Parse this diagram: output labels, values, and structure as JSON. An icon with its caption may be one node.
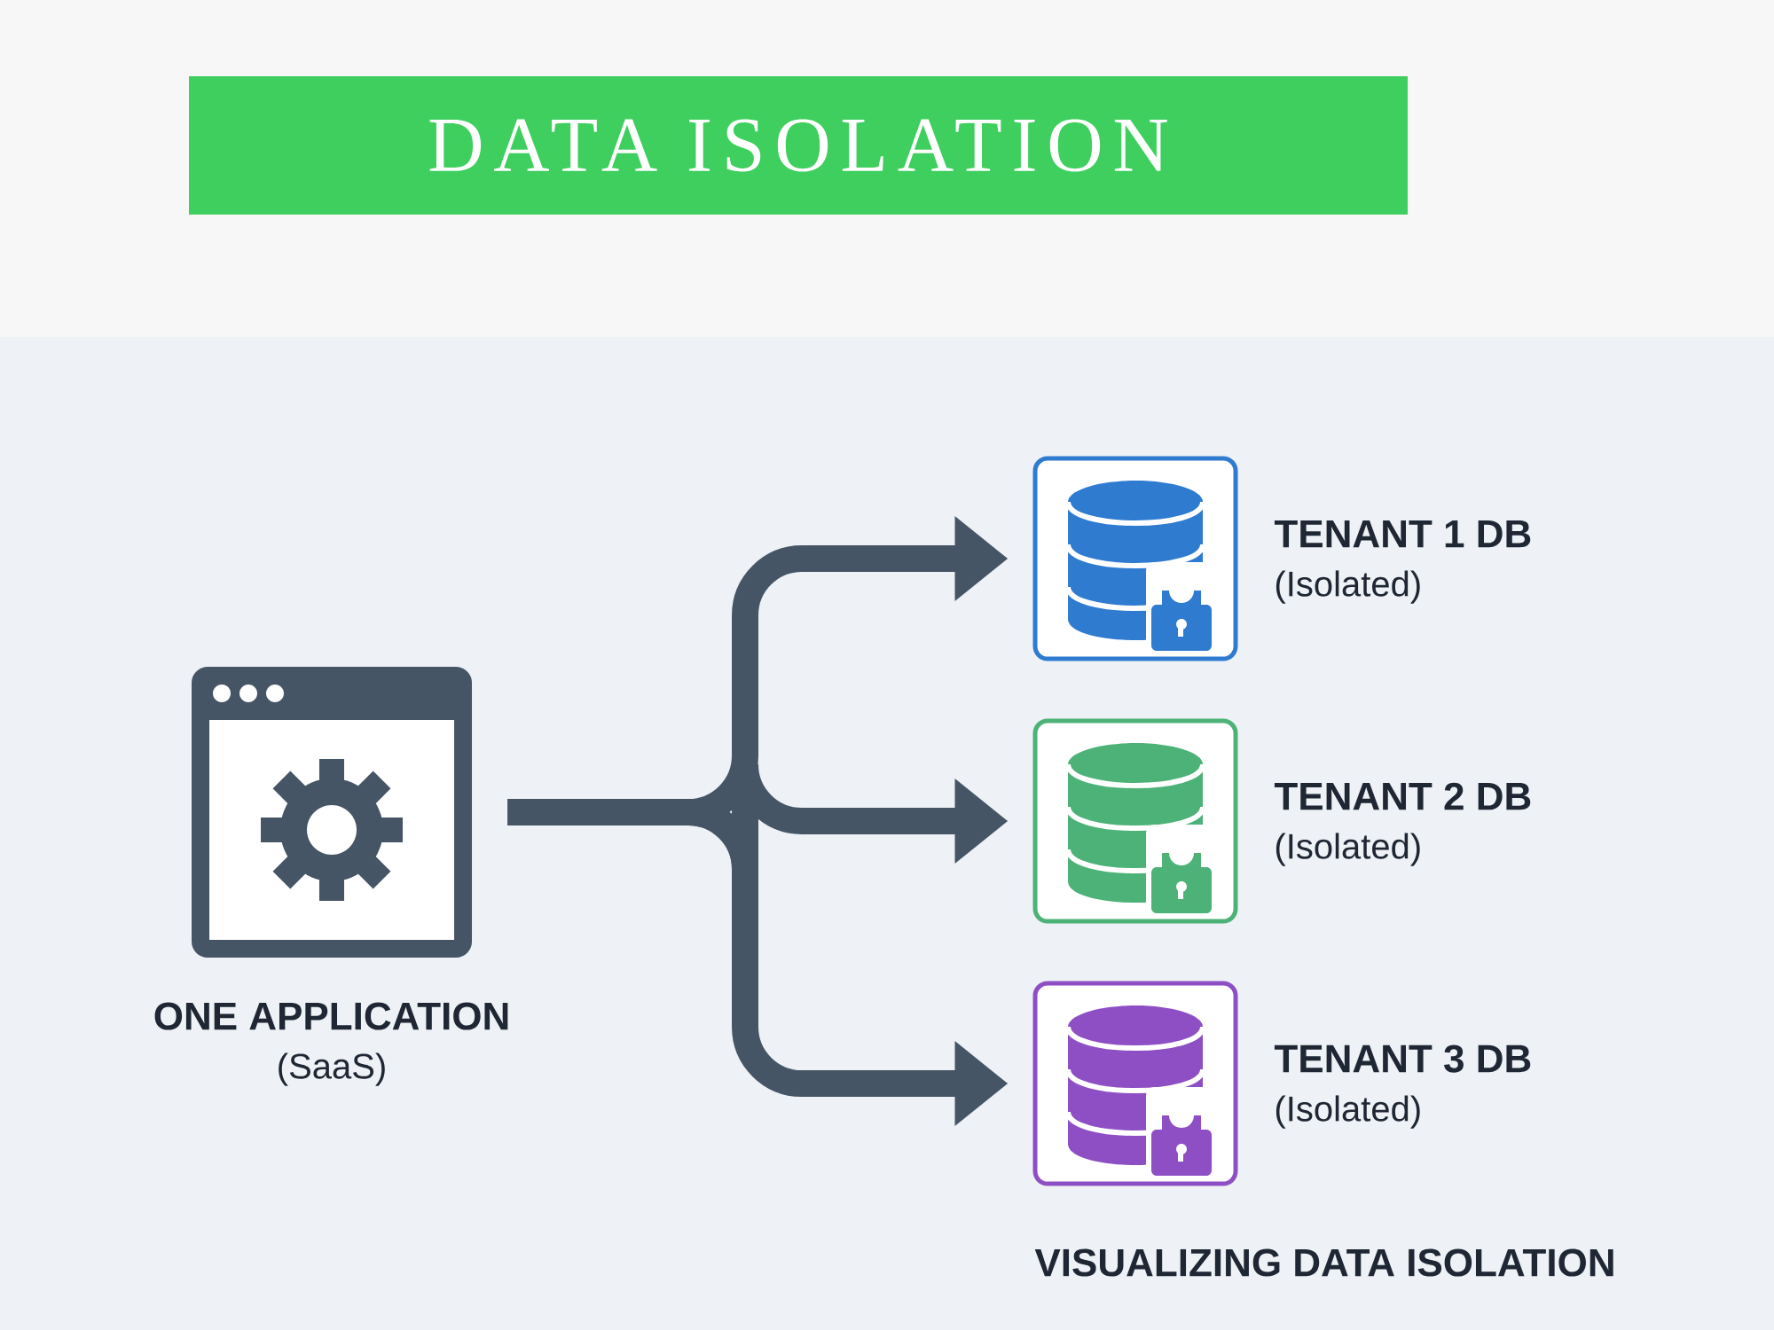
{
  "diagram": {
    "title": "DATA ISOLATION",
    "caption": "VISUALIZING DATA ISOLATION",
    "nodes": [
      {
        "text": [
          "ONE APPLICATION",
          "(SaaS)"
        ]
      },
      {
        "text": [
          "TENANT 1 DB",
          "(Isolated)"
        ]
      },
      {
        "text": [
          "TENANT 2 DB",
          "(Isolated)"
        ]
      },
      {
        "text": [
          "TENANT 3 DB",
          "(Isolated)"
        ]
      }
    ],
    "edges": [
      {
        "from": 0,
        "to": 1,
        "arrow": "to"
      },
      {
        "from": 0,
        "to": 2,
        "arrow": "to"
      },
      {
        "from": 0,
        "to": 3,
        "arrow": "to"
      }
    ]
  }
}
